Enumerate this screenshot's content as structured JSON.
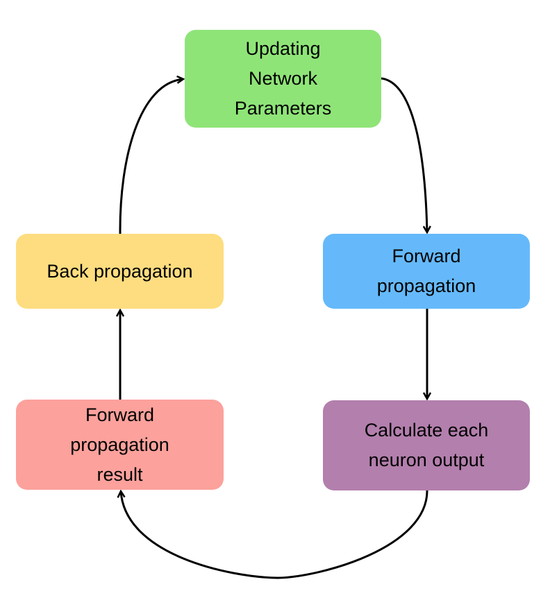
{
  "diagram": {
    "nodes": [
      {
        "id": "update",
        "label": "Updating\nNetwork\nParameters",
        "color": "#8fe478"
      },
      {
        "id": "backprop",
        "label": "Back propagation",
        "color": "#fddd7f"
      },
      {
        "id": "forward",
        "label": "Forward\npropagation",
        "color": "#65b9fa"
      },
      {
        "id": "fpresult",
        "label": "Forward\npropagation\nresult",
        "color": "#fca19c"
      },
      {
        "id": "neuron",
        "label": "Calculate each\nneuron output",
        "color": "#b37fad"
      }
    ],
    "edges": [
      {
        "from": "update",
        "to": "forward"
      },
      {
        "from": "forward",
        "to": "neuron"
      },
      {
        "from": "neuron",
        "to": "fpresult"
      },
      {
        "from": "fpresult",
        "to": "backprop"
      },
      {
        "from": "backprop",
        "to": "update"
      }
    ]
  }
}
